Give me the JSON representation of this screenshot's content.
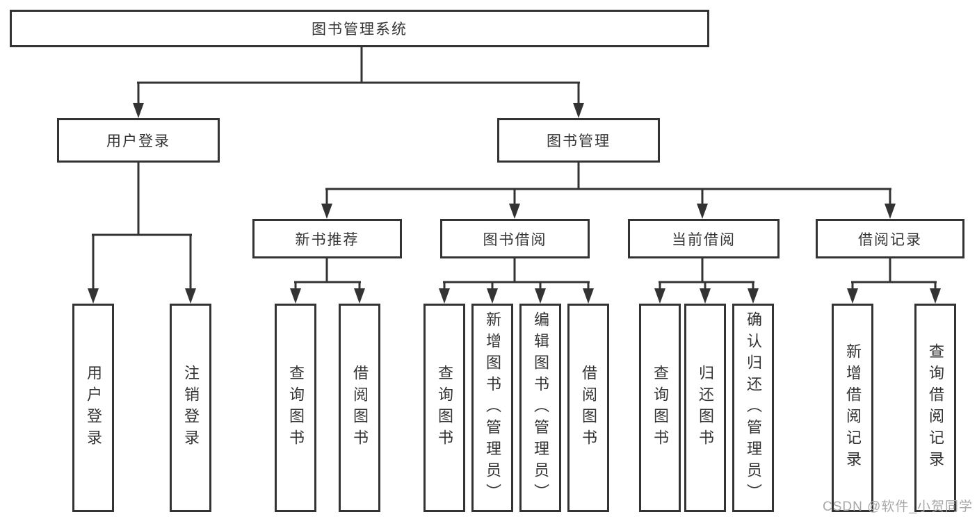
{
  "nodes": {
    "root": "图书管理系统",
    "user_login": "用户登录",
    "book_mgmt": "图书管理",
    "new_book_rec": "新书推荐",
    "book_borrow": "图书借阅",
    "current_borrow": "当前借阅",
    "borrow_records": "借阅记录",
    "leaf_user_login": "用户登录",
    "leaf_logout": "注销登录",
    "rec_query_book": "查询图书",
    "rec_borrow_book": "借阅图书",
    "bb_query_book": "查询图书",
    "bb_add_book": "新增图书（管理员）",
    "bb_edit_book": "编辑图书（管理员）",
    "bb_borrow_book": "借阅图书",
    "cb_query_book": "查询图书",
    "cb_return_book": "归还图书",
    "cb_confirm_return": "确认归还（管理员）",
    "br_add_record": "新增借阅记录",
    "br_query_record": "查询借阅记录"
  },
  "watermark": "CSDN @软件_小贺同学",
  "colors": {
    "line": "#333333",
    "box_border": "#333333",
    "text": "#333333",
    "watermark": "#a8a8a8",
    "background": "#ffffff"
  }
}
